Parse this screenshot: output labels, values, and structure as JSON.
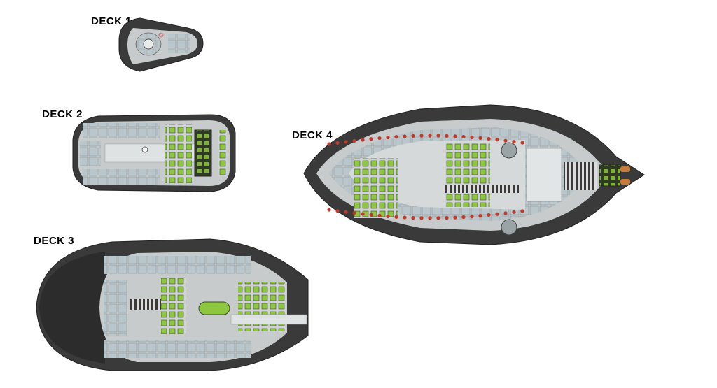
{
  "decks": [
    {
      "id": "deck-1",
      "label": "DECK 1"
    },
    {
      "id": "deck-2",
      "label": "DECK 2"
    },
    {
      "id": "deck-3",
      "label": "DECK 3"
    },
    {
      "id": "deck-4",
      "label": "DECK 4"
    }
  ],
  "colors": {
    "background": "#ffffff",
    "hull": "#3a3a3a",
    "hull_outline": "#222222",
    "floor": "#c8cbcc",
    "corridor": "#dfe2e3",
    "room": "#b7c6cc",
    "equipment_green": "#8dc63f",
    "equipment_dark": "#3d4a2a",
    "bunk_red": "#c0392b",
    "label": "#000000"
  }
}
